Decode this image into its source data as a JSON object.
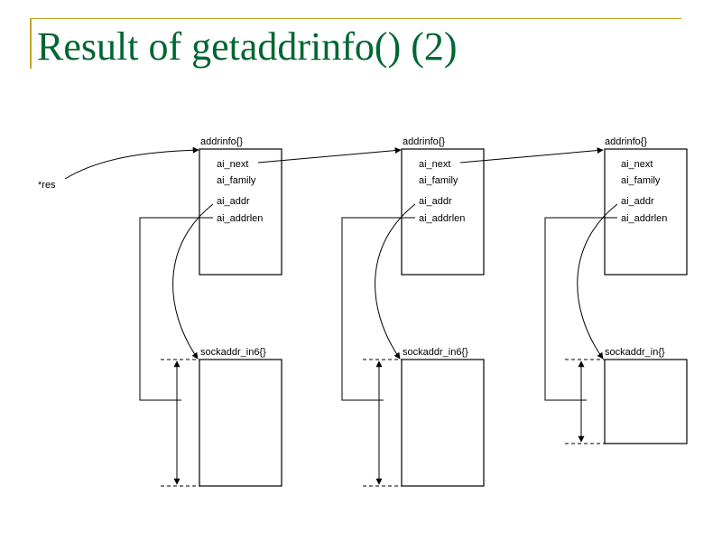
{
  "slide": {
    "title": "Result of getaddrinfo() (2)",
    "title_color": "#006633",
    "accent_color": "#c9a227"
  },
  "diagram": {
    "res_label": "*res",
    "addrinfo_label": "addrinfo{}",
    "fields": {
      "ai_next": "ai_next",
      "ai_family": "ai_family",
      "ai_addr": "ai_addr",
      "ai_addrlen": "ai_addrlen"
    },
    "sockaddr_labels": [
      "sockaddr_in6{}",
      "sockaddr_in6{}",
      "sockaddr_in{}"
    ]
  }
}
